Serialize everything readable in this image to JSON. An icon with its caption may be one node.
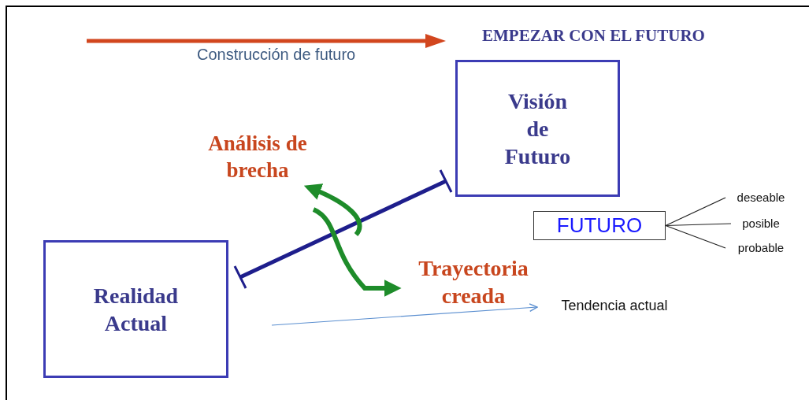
{
  "diagram": {
    "title": "EMPEZAR CON EL FUTURO",
    "nodes": [
      {
        "text": [
          "Visión de Futuro"
        ]
      },
      {
        "text": [
          "Análisis de brecha"
        ]
      },
      {
        "text": [
          "FUTURO"
        ]
      },
      {
        "text": [
          "deseable"
        ]
      },
      {
        "text": [
          "posible"
        ]
      },
      {
        "text": [
          "probable"
        ]
      },
      {
        "text": [
          "Realidad Actual"
        ]
      },
      {
        "text": [
          "Trayectoria creada"
        ]
      },
      {
        "text": [
          "Tendencia actual"
        ]
      }
    ],
    "edges": [
      {
        "from": null,
        "to": 1,
        "arrow": "to",
        "style": "thick",
        "color": "#1e8c2a"
      },
      {
        "from": 2,
        "to": 3,
        "arrow": "none"
      },
      {
        "from": 2,
        "to": 4,
        "arrow": "none"
      },
      {
        "from": 2,
        "to": 5,
        "arrow": "none"
      },
      {
        "from": null,
        "to": 7,
        "arrow": "to",
        "style": "thick",
        "color": "#1e8c2a"
      },
      {
        "from": null,
        "to": 8,
        "arrow": "to",
        "color": "#5b8fd0"
      }
    ],
    "labels": [
      "Construcción de futuro"
    ]
  }
}
